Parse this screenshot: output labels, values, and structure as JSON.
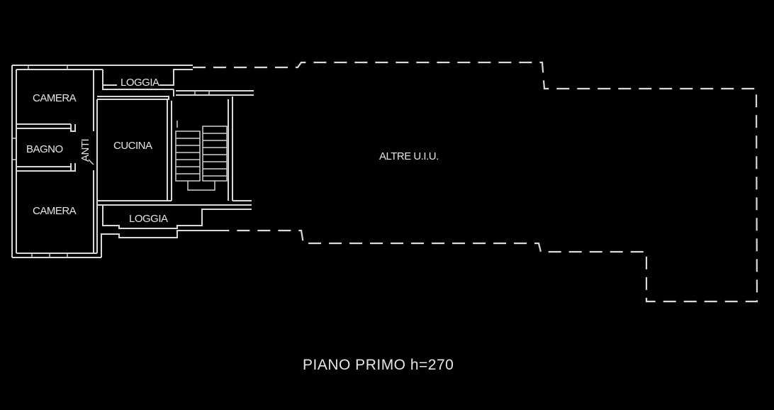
{
  "plan": {
    "title": "PIANO PRIMO h=270",
    "rooms": {
      "camera_top": "CAMERA",
      "bagno": "BAGNO",
      "anti": "ANTI",
      "cucina": "CUCINA",
      "camera_bottom": "CAMERA",
      "loggia_top": "LOGGIA",
      "loggia_bottom": "LOGGIA",
      "altre_uiu": "ALTRE U.I.U."
    },
    "colors": {
      "background": "#000000",
      "lines": "#d9d9d9"
    }
  }
}
